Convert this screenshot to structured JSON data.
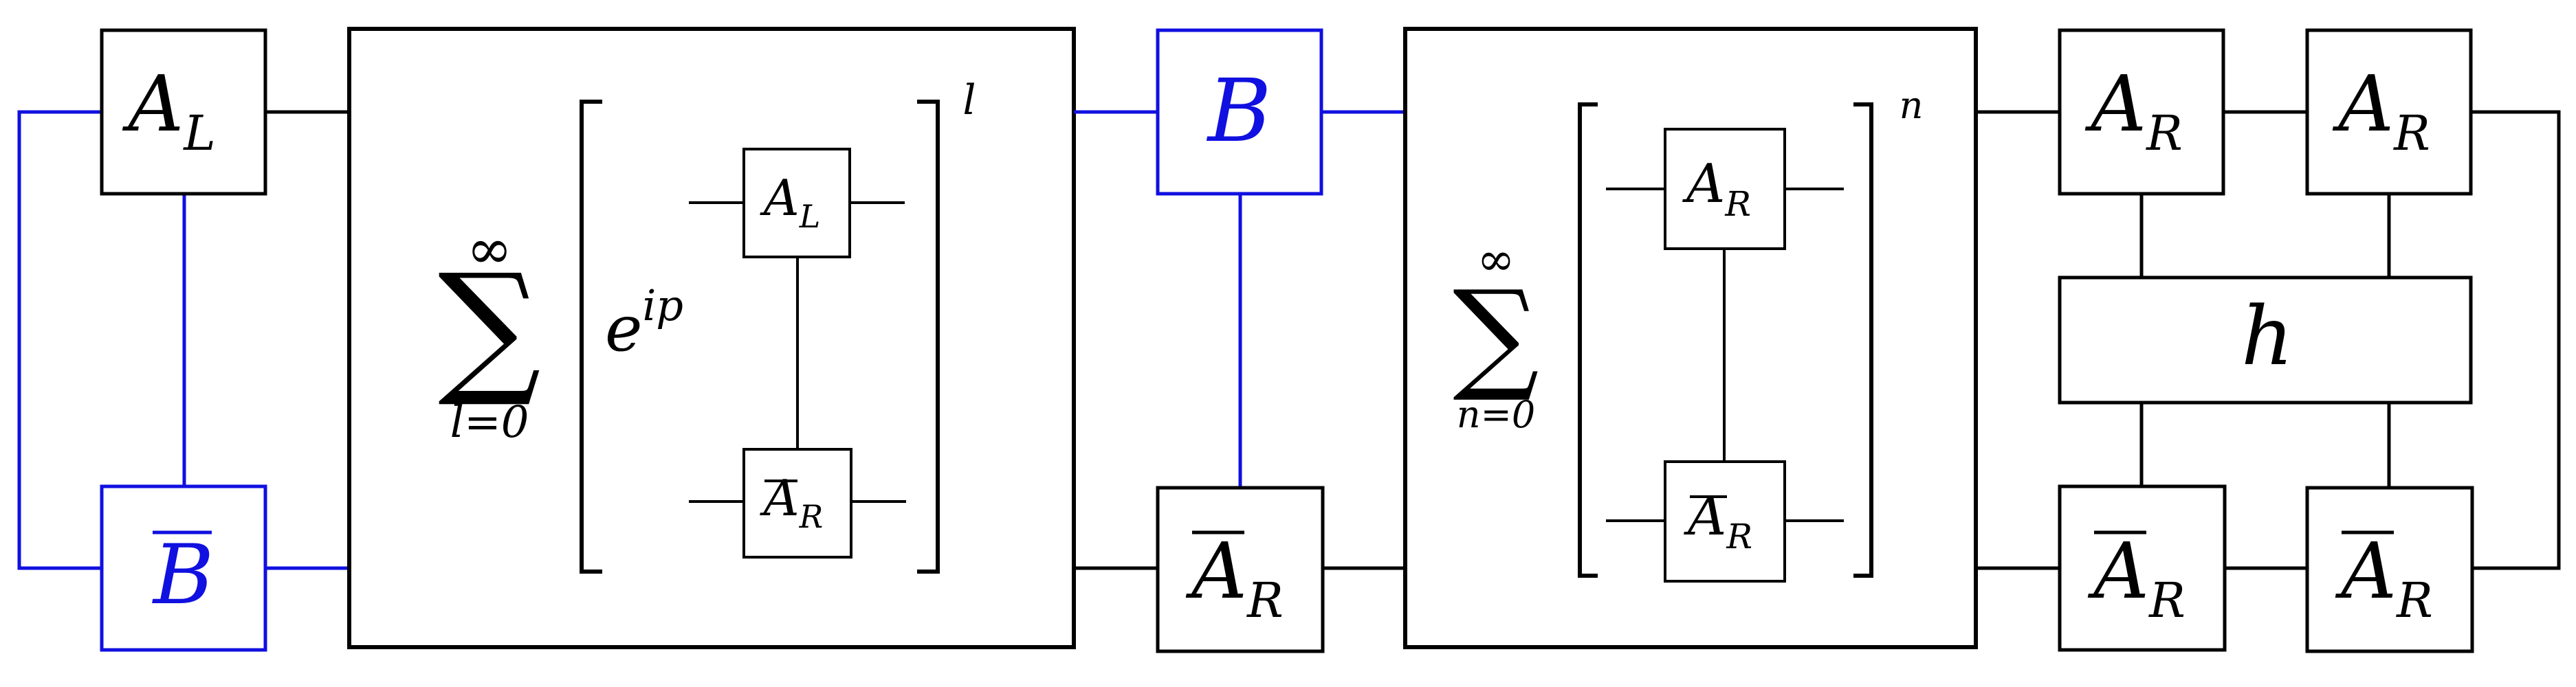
{
  "colors": {
    "ink": "#000000",
    "accent": "#1010e0",
    "background": "#ffffff"
  },
  "tensors": {
    "AL_base": "A",
    "AL_sub": "L",
    "B": "B",
    "Bbar": "B",
    "AR_base": "A",
    "AR_sub": "R",
    "h": "h"
  },
  "sum1": {
    "symbol": "∑",
    "upper": "∞",
    "lower": "l=0",
    "phase_base": "e",
    "phase_exp": "ip",
    "power": "l"
  },
  "sum2": {
    "symbol": "∑",
    "upper": "∞",
    "lower": "n=0",
    "power": "n"
  }
}
